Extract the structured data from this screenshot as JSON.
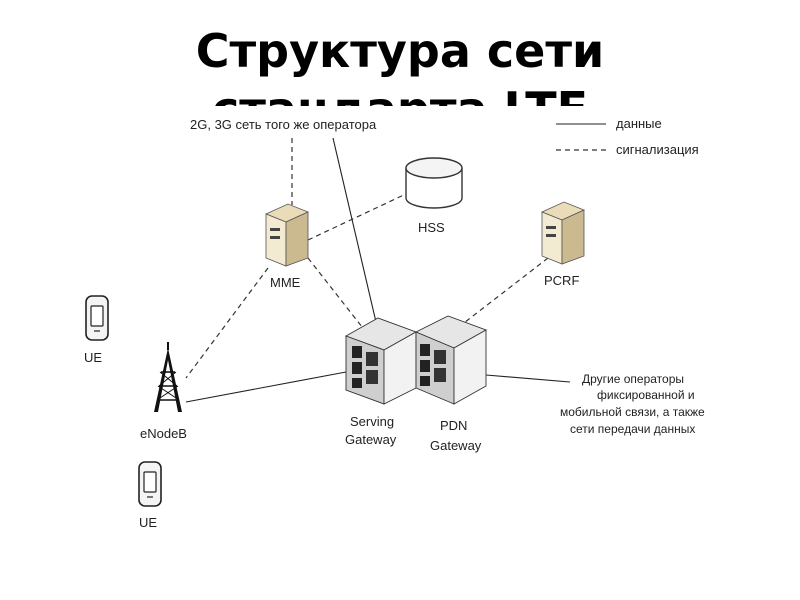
{
  "title": {
    "line1": "Структура сети",
    "line2": "стандарта LTE"
  },
  "legend": {
    "data_label": "данные",
    "signal_label": "сигнализация"
  },
  "top_note": "2G, 3G сеть того же оператора",
  "nodes": {
    "hss": "HSS",
    "mme": "MME",
    "pcrf": "PCRF",
    "ue_top": "UE",
    "ue_bottom": "UE",
    "enodeb": "eNodeB",
    "serving_gateway": [
      "Serving",
      "Gateway"
    ],
    "pdn_gateway": [
      "PDN",
      "Gateway"
    ]
  },
  "external_note": [
    "Другие операторы",
    "фиксированной и",
    "мобильной связи, а также",
    "сети передачи данных"
  ]
}
